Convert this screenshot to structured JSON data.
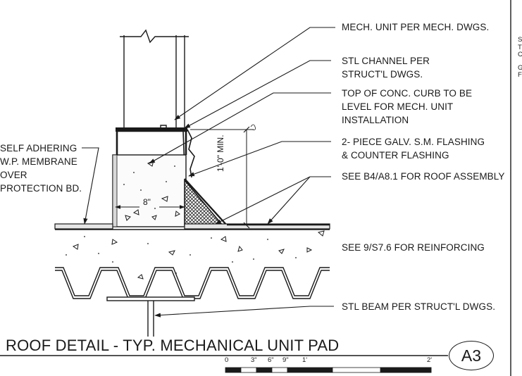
{
  "callouts": [
    {
      "id": "mech-unit",
      "lines": [
        "MECH. UNIT PER MECH. DWGS."
      ]
    },
    {
      "id": "stl-channel",
      "lines": [
        "STL CHANNEL PER",
        "STRUCT'L DWGS."
      ]
    },
    {
      "id": "top-of-curb",
      "lines": [
        "TOP OF CONC. CURB TO BE",
        "LEVEL FOR MECH. UNIT",
        "INSTALLATION"
      ]
    },
    {
      "id": "flashing",
      "lines": [
        "2- PIECE GALV. S.M. FLASHING",
        "& COUNTER FLASHING"
      ]
    },
    {
      "id": "roof-assembly",
      "lines": [
        "SEE B4/A8.1 FOR ROOF ASSEMBLY"
      ]
    },
    {
      "id": "reinforcing",
      "lines": [
        "SEE 9/S7.6 FOR  REINFORCING"
      ]
    },
    {
      "id": "stl-beam",
      "lines": [
        "STL BEAM PER STRUCT'L DWGS."
      ]
    },
    {
      "id": "membrane",
      "lines": [
        "SELF ADHERING",
        "W.P. MEMBRANE",
        "OVER",
        "PROTECTION BD."
      ]
    }
  ],
  "dimensions": {
    "curb_width": "8\"",
    "curb_height": "1'-0\" MIN."
  },
  "title": "ROOF DETAIL - TYP. MECHANICAL UNIT PAD",
  "detail_tag": "A3",
  "scale_bar": {
    "labels": [
      "0",
      "3\"",
      "6\"",
      "9\"",
      "1'",
      "2'"
    ]
  },
  "edge_text": [
    "S",
    "T",
    "C",
    "G",
    "F"
  ],
  "colors": {
    "ink": "#1a1a1a",
    "paper": "#ffffff",
    "hatch": "#3a3a3a"
  }
}
